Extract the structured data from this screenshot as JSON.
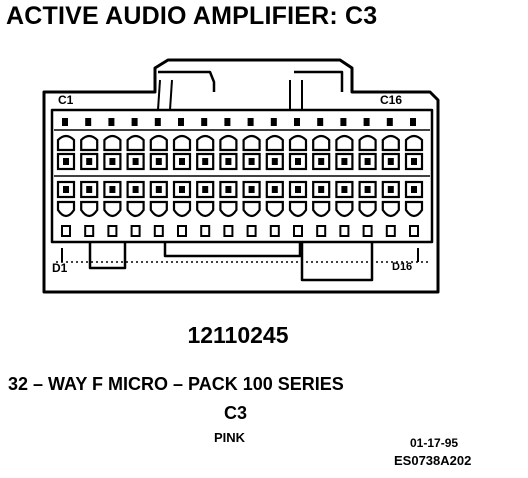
{
  "title": "ACTIVE AUDIO AMPLIFIER: C3",
  "connector": {
    "pin_labels": {
      "top_left": "C1",
      "top_right": "C16",
      "bottom_left": "D1",
      "bottom_right": "D16"
    },
    "pins_per_row": 16
  },
  "part_number": "12110245",
  "description": "32 –  WAY F MICRO – PACK 100 SERIES",
  "connector_id": "C3",
  "color": "PINK",
  "date": "01-17-95",
  "drawing_code": "ES0738A202"
}
